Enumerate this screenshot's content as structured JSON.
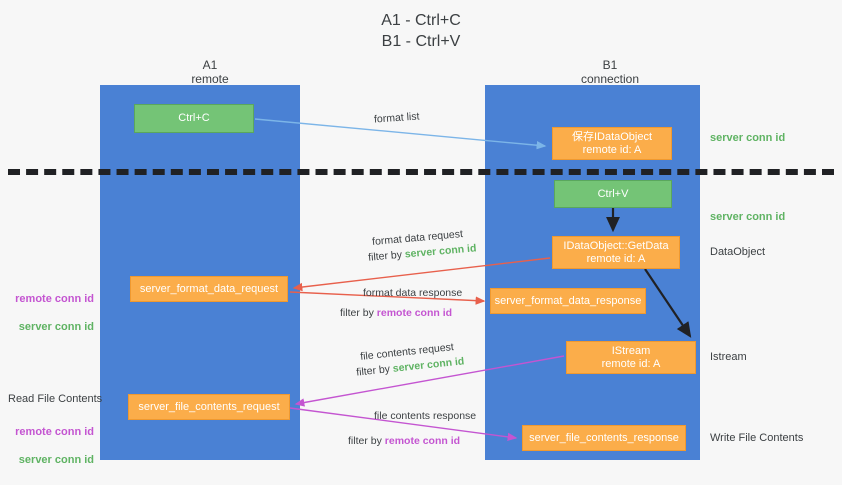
{
  "title": "A1 - Ctrl+C\nB1 - Ctrl+V",
  "columns": {
    "left": {
      "name": "A1",
      "sub": "remote",
      "label": "A1\nremote"
    },
    "right": {
      "name": "B1",
      "sub": "connection",
      "label": "B1\nconnection"
    }
  },
  "boxes": {
    "ctrl_c": "Ctrl+C",
    "copy_dataobject": "保存IDataObject\nremote id: A",
    "ctrl_v": "Ctrl+V",
    "getdata": "IDataObject::GetData\nremote id: A",
    "server_format_data_request": "server_format_data_request",
    "server_format_data_response": "server_format_data_response",
    "istream": "IStream\nremote id: A",
    "server_file_contents_request": "server_file_contents_request",
    "server_file_contents_response": "server_file_contents_response"
  },
  "side_labels": {
    "server_conn_id_top": "server conn id",
    "server_conn_id_mid": "server conn id",
    "dataobject": "DataObject",
    "istream": "Istream",
    "write_file_contents": "Write File Contents"
  },
  "left_labels": {
    "remote_conn_id_1": "remote conn id",
    "server_conn_id_1": "server conn id",
    "read_file_contents": "Read File Contents",
    "remote_conn_id_2": "remote conn id",
    "server_conn_id_2": "server conn id"
  },
  "edges": {
    "format_list": "format list",
    "format_data_request": "format data request",
    "format_data_request_filter_prefix": "filter by ",
    "format_data_request_filter_value": "server conn id",
    "format_data_response": "format data response",
    "format_data_response_filter_prefix": "filter by ",
    "format_data_response_filter_value": "remote conn id",
    "file_contents_request": "file contents request",
    "file_contents_request_filter_prefix": "filter by ",
    "file_contents_request_filter_value": "server conn id",
    "file_contents_response": "file contents response",
    "file_contents_response_filter_prefix": "filter by ",
    "file_contents_response_filter_value": "remote conn id"
  },
  "colors": {
    "lane": "#4a81d4",
    "green_box": "#74c476",
    "orange_box": "#fbad4a",
    "server_conn_id": "#5fb363",
    "remote_conn_id": "#c455d1",
    "arrow_format_list": "#7cb5e8",
    "arrow_format_data": "#e8604c",
    "arrow_file_contents": "#c455d1",
    "arrow_black": "#202124",
    "background": "#f7f7f7"
  }
}
